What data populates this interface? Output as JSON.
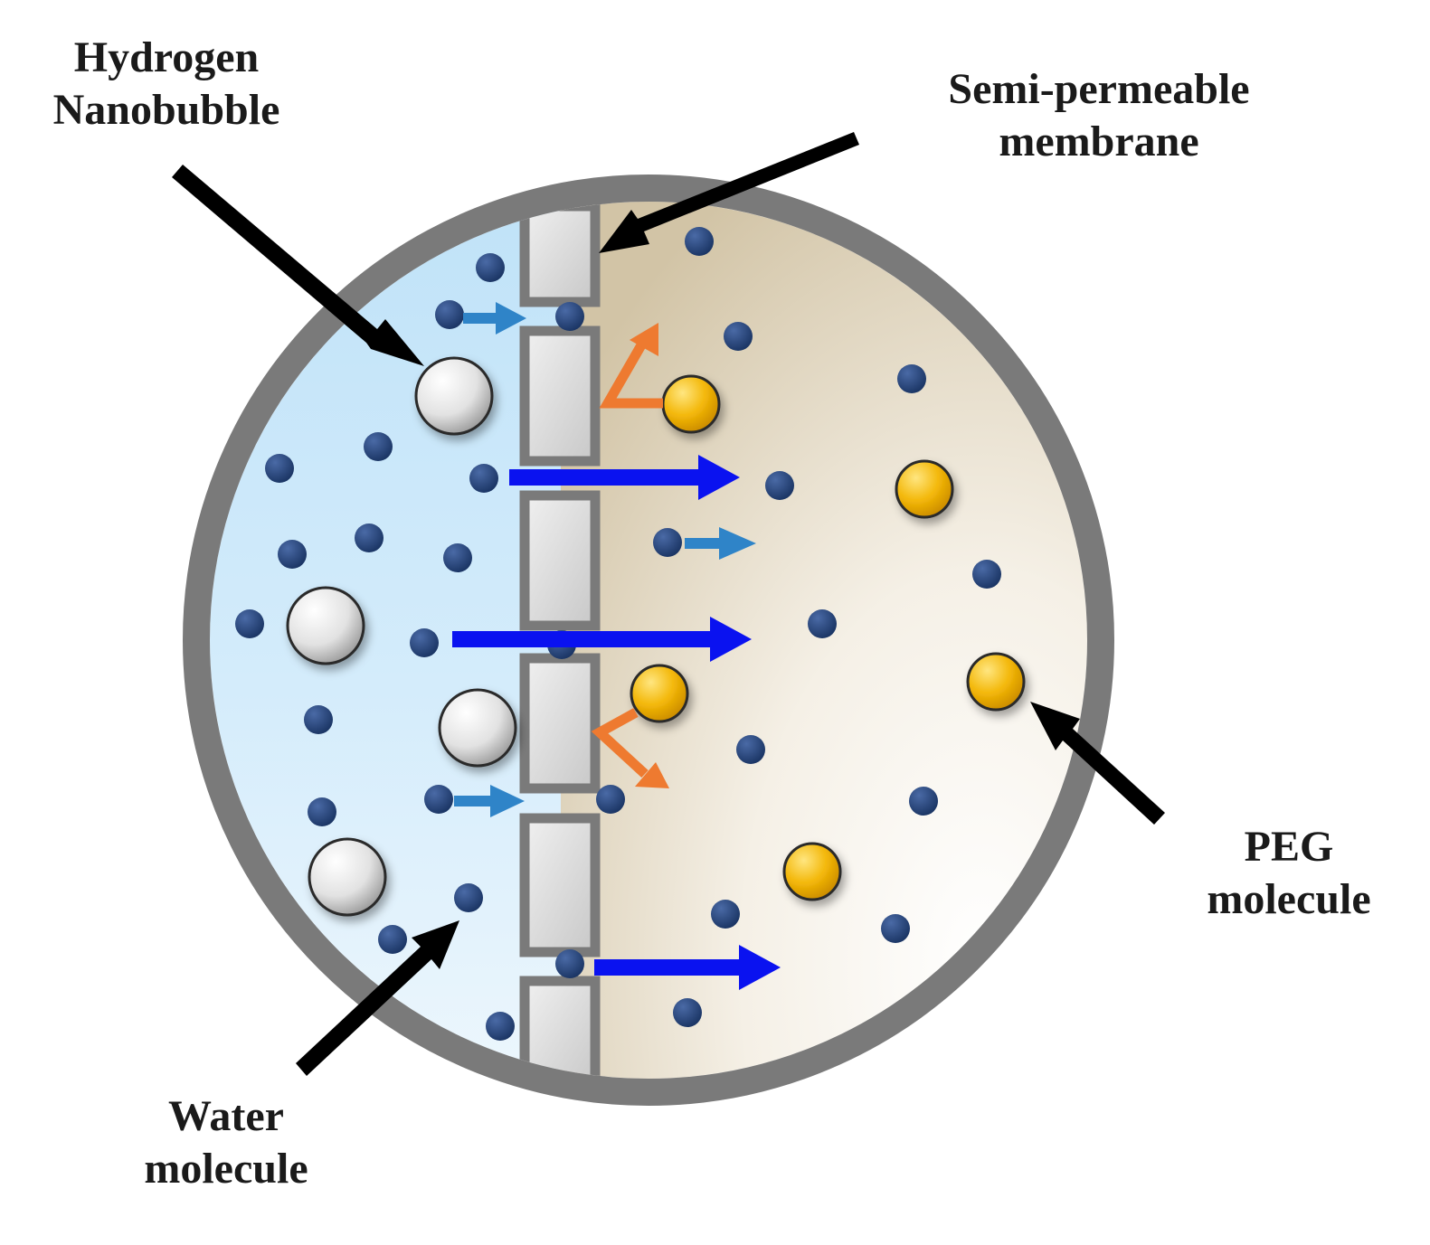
{
  "labels": {
    "hydrogen_nanobubble": [
      "Hydrogen",
      "Nanobubble"
    ],
    "membrane": [
      "Semi-permeable",
      "membrane"
    ],
    "peg_molecule": [
      "PEG",
      "molecule"
    ],
    "water_molecule": [
      "Water",
      "molecule"
    ]
  },
  "colors": {
    "ring": "#7a7a7a",
    "left_fluid": "#c6e6fa",
    "right_fluid": "#d9cdb4",
    "water_molecule": "#1f3a6b",
    "peg_molecule": "#f2b705",
    "nanobubble": "#e6e6e6",
    "flow_arrow": "#0a12f0",
    "small_flow_arrow": "#2f84c8",
    "reflect_arrow": "#ee7a30",
    "pointer_arrow": "#000000"
  }
}
